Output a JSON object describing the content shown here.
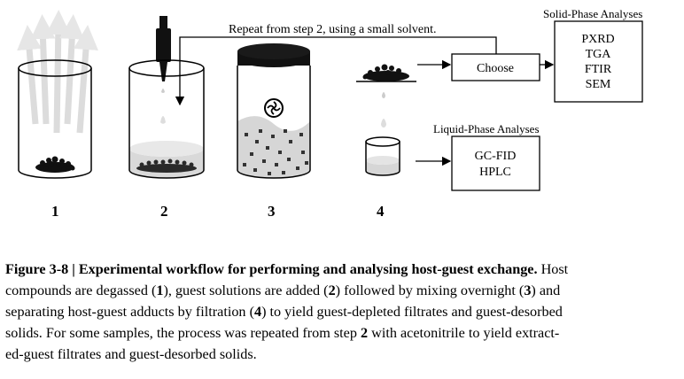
{
  "diagram": {
    "repeat_label": "Repeat from step 2, using a small solvent.",
    "choose_label": "Choose",
    "solid_phase": {
      "title": "Solid-Phase Analyses",
      "items": [
        "PXRD",
        "TGA",
        "FTIR",
        "SEM"
      ]
    },
    "liquid_phase": {
      "title": "Liquid-Phase Analyses",
      "items": [
        "GC-FID",
        "HPLC"
      ]
    },
    "step_labels": [
      "1",
      "2",
      "3",
      "4"
    ]
  },
  "caption": {
    "title": "Figure 3-8 | Experimental workflow for performing and analysing host-guest exchange.",
    "line1_rest": " Host",
    "line2_a": "compounds are degassed (",
    "line2_n1": "1",
    "line2_b": "), guest solutions are added (",
    "line2_n2": "2",
    "line2_c": ") followed by mixing overnight (",
    "line2_n3": "3",
    "line2_d": ") and",
    "line3_a": "separating host-guest adducts by filtration (",
    "line3_n4": "4",
    "line3_b": ") to yield guest-depleted filtrates and guest-desorbed",
    "line4_a": "solids. For some samples, the process was repeated from step ",
    "line4_n2": "2",
    "line4_b": " with acetonitrile to yield extract-",
    "line5": "ed-guest filtrates and guest-desorbed solids."
  }
}
